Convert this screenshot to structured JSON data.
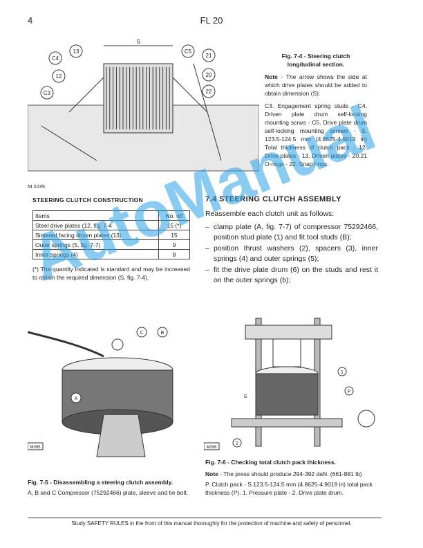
{
  "header": {
    "page_number": "4",
    "title": "FL 20"
  },
  "fig74": {
    "code": "M 2235",
    "labels": [
      "S",
      "C4",
      "13",
      "12",
      "C3",
      "C5",
      "21",
      "20",
      "22"
    ],
    "caption_title": "Fig. 7-4 - Steering clutch longitudinal section.",
    "note_label": "Note",
    "note_text": " - The arrow shows the side at which drive plates should be added to obtain dimension (S).",
    "legend": "C3. Engagement spring studs - C4. Driven plate drum self-locking mounting scrws - C5. Drive plate drum self-locking mounting screws - S. 123.5-124.5 mm (4.8625-4.9019 in) Total thickness of clutch pack - 12. Drive plates - 13. Driven plates - 20.21 O-rings - 22. Snap rings."
  },
  "construction": {
    "title": "STEERING CLUTCH CONSTRUCTION",
    "columns": [
      "Items",
      "No. off"
    ],
    "rows": [
      [
        "Steel drive plates (12, fig. 7-4",
        "15 (*)"
      ],
      [
        "Sintered facing driven plates (13)",
        "15"
      ],
      [
        "Outer springs (5, fig. 7-7)",
        "9"
      ],
      [
        "Inner springs (4)",
        "8"
      ]
    ],
    "footnote": "(*)    The quantity indicated is standard and may be increased to obtain the required dimension (S, fig. 7-4)."
  },
  "assembly": {
    "title": "7.4  STEERING CLUTCH ASSEMBLY",
    "intro": "Reassemble each clutch unit as follows:",
    "steps": [
      "clamp plate (A, fig. 7-7) of compressor 75292466, position stud plate (1) and fit tool studs (B);",
      "position thrust washers (2), spacers (3), inner springs (4) and outer springs (5);",
      "fit the drive plate drum (6) on the studs and rest it on the outer springs (b);"
    ]
  },
  "fig75": {
    "code": "M095",
    "labels": [
      "C",
      "B",
      "A"
    ],
    "caption_title": "Fig. 7-5 -  Disassembling a steering clutch assembly.",
    "caption_text": "A, B and C Compressor (75292466) plate, sleeve and tie bolt."
  },
  "fig76": {
    "code": "M096",
    "labels": [
      "S",
      "1",
      "P",
      "2"
    ],
    "caption_title": "Fig. 7-6 -  Checking total clutch pack thickness.",
    "note_label": "Note",
    "note_text": " - The press should produce 294-392 daN. (661-881 lb)",
    "caption_text": "P. Clutch pack - S  123.5-124.5 mm (4.8625-4.9019 in) total pack thickness (P). 1. Pressure plate - 2. Drive plate drum."
  },
  "watermark": "AutoManual",
  "footer": "Study SAFETY RULES in the front of this manual thoroughly for the protection of machine and safety of personnel.",
  "colors": {
    "watermark": "#28a0e6",
    "text": "#222222"
  }
}
